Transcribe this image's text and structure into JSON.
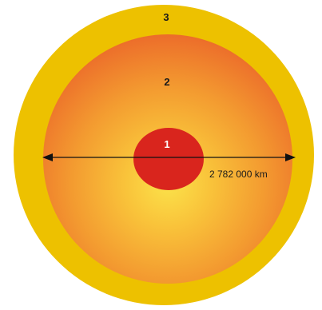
{
  "diagram": {
    "layers": [
      {
        "label": "1",
        "color": "#d9251d"
      },
      {
        "label": "2",
        "color": "#ec6b2a"
      },
      {
        "label": "3",
        "color": "#edc100"
      }
    ],
    "measurement": {
      "text": "2 782 000 km"
    }
  }
}
